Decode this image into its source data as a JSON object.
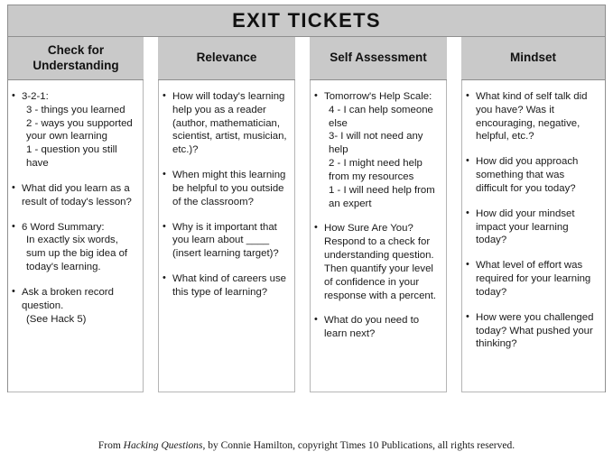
{
  "header": {
    "title": "EXIT TICKETS"
  },
  "columns": [
    {
      "heading": "Check for Understanding",
      "items": [
        {
          "text": "3-2-1:",
          "sublines": [
            "3 - things you learned",
            "2 - ways you supported your own learning",
            "1 - question you still have"
          ]
        },
        {
          "text": "What did you learn as a result of today's lesson?",
          "sublines": []
        },
        {
          "text": "6 Word Summary:",
          "sublines": [
            "In exactly six words, sum up the big idea of today's learning."
          ]
        },
        {
          "text": "Ask a broken record question.",
          "sublines": [
            "(See Hack 5)"
          ]
        }
      ]
    },
    {
      "heading": "Relevance",
      "items": [
        {
          "text": "How will today's learning help you as a reader (author, mathematician, scientist, artist, musician, etc.)?",
          "sublines": []
        },
        {
          "text": "When might this learning be helpful to you outside of the classroom?",
          "sublines": []
        },
        {
          "text": "Why is it important that you learn about ____ (insert learning target)?",
          "sublines": []
        },
        {
          "text": "What kind of careers use this type of learning?",
          "sublines": []
        }
      ]
    },
    {
      "heading": "Self Assessment",
      "items": [
        {
          "text": "Tomorrow's Help Scale:",
          "sublines": [
            "4 - I can help someone else",
            "3- I will not need any help",
            "2 - I might need help from my resources",
            "1 - I will need help from an expert"
          ]
        },
        {
          "text": "How Sure Are You? Respond to a check for understanding question. Then quantify your level of confidence in your response with a percent.",
          "sublines": []
        },
        {
          "text": "What do you need to learn next?",
          "sublines": []
        }
      ]
    },
    {
      "heading": "Mindset",
      "items": [
        {
          "text": "What kind of self talk did you have? Was it encouraging, negative, helpful, etc.?",
          "sublines": []
        },
        {
          "text": " How did you approach something that was difficult for you today?",
          "sublines": []
        },
        {
          "text": "How did your mindset impact your learning today?",
          "sublines": []
        },
        {
          "text": "What level of effort was required for your learning today?",
          "sublines": []
        },
        {
          "text": "How were you challenged today? What pushed your thinking?",
          "sublines": []
        }
      ]
    }
  ],
  "footer": {
    "prefix": "From ",
    "title_italic": "Hacking Questions",
    "suffix": ", by Connie Hamilton, copyright Times 10 Publications, all rights reserved."
  },
  "colors": {
    "header_gray": "#c9c9c9",
    "frame_border": "#8f8f8f",
    "box_border": "#b5b5b5",
    "text": "#1a1a1a"
  }
}
